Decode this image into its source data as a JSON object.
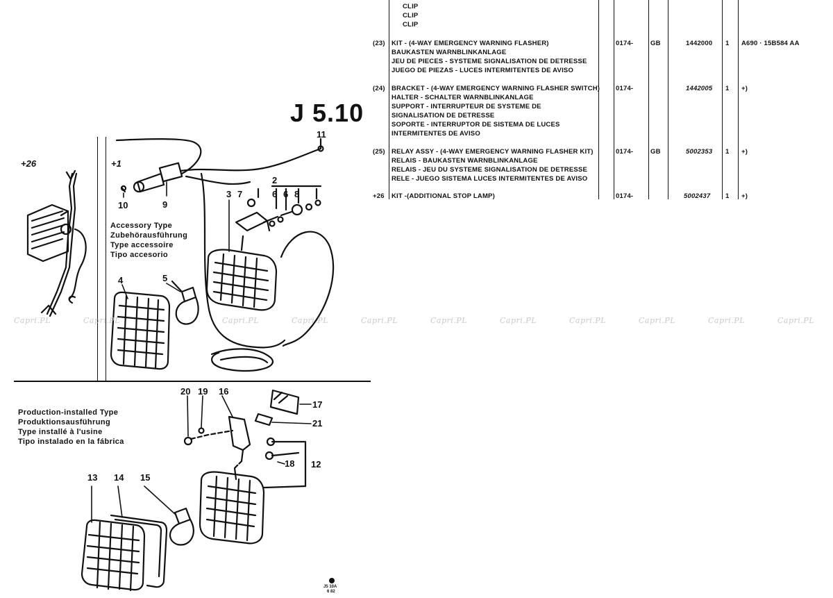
{
  "page_number": "J 5.10",
  "footer_code": "J5 10A",
  "footer_sub": "6 82",
  "watermark": "Capri.PL",
  "top_clips": [
    "CLIP",
    "CLIP",
    "CLIP"
  ],
  "parts": [
    {
      "ref": "(23)",
      "lines": [
        "KIT - (4-WAY EMERGENCY WARNING FLASHER)",
        "BAUKASTEN WARNBLINKANLAGE",
        "JEU DE PIECES - SYSTEME SIGNALISATION DE DETRESSE",
        "JUEGO DE PIEZAS - LUCES INTERMITENTES DE AVISO"
      ],
      "date": "0174-",
      "market": "GB",
      "part_no": "1442000",
      "qty": "1",
      "remark": "A690 · 15B584 AA"
    },
    {
      "ref": "(24)",
      "lines": [
        "BRACKET - (4-WAY EMERGENCY WARNING FLASHER SWITCH)",
        "HALTER - SCHALTER WARNBLINKANLAGE",
        "SUPPORT - INTERRUPTEUR DE SYSTEME DE",
        "SIGNALISATION DE DETRESSE",
        "SOPORTE - INTERRUPTOR DE SISTEMA DE LUCES",
        "INTERMITENTES DE AVISO"
      ],
      "date": "0174-",
      "market": "",
      "part_no": "1442005",
      "qty": "1",
      "remark": "+)"
    },
    {
      "ref": "(25)",
      "lines": [
        "RELAY ASSY - (4-WAY EMERGENCY WARNING FLASHER KIT)",
        "RELAIS - BAUKASTEN WARNBLINKANLAGE",
        "RELAIS - JEU DU SYSTEME SIGNALISATION DE DETRESSE",
        "RELE - JUEGO SISTEMA LUCES INTERMITENTES DE AVISO"
      ],
      "date": "0174-",
      "market": "GB",
      "part_no": "5002353",
      "qty": "1",
      "remark": "+)"
    },
    {
      "ref": "+26",
      "lines": [
        "KIT -(ADDITIONAL STOP LAMP)"
      ],
      "date": "0174-",
      "market": "",
      "part_no": "5002437",
      "qty": "1",
      "remark": "+)"
    }
  ],
  "accessory_label": [
    "Accessory Type",
    "Zubehörausführung",
    "Type accessoire",
    "Tipo accesorio"
  ],
  "production_label": [
    "Production-installed Type",
    "Produktionsausführung",
    "Type installé à l'usine",
    "Tipo instalado en la fábrica"
  ],
  "section_marks": {
    "left": "+26",
    "middle": "+1"
  },
  "callouts_top": [
    "11",
    "10",
    "9",
    "3",
    "7",
    "2",
    "6",
    "6",
    "8",
    "4",
    "5"
  ],
  "callouts_bottom": [
    "20",
    "19",
    "16",
    "17",
    "21",
    "18",
    "12",
    "13",
    "14",
    "15"
  ]
}
